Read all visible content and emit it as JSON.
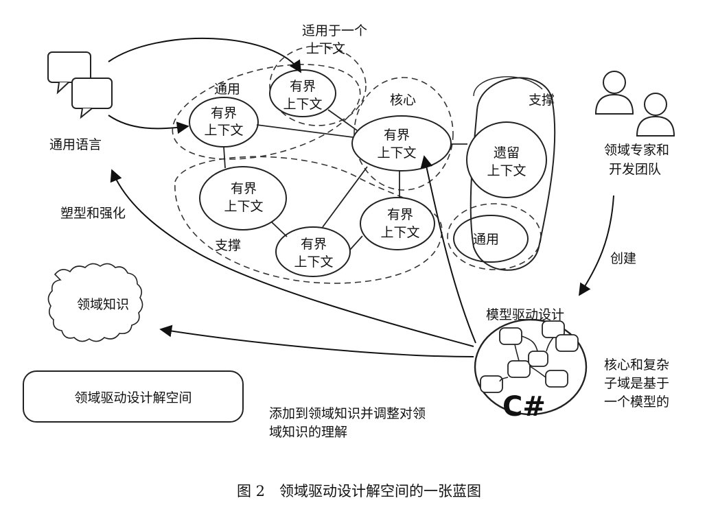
{
  "labels": {
    "ubiquitous_language": "通用语言",
    "applies_one_context": [
      "适用于一个",
      "上下文"
    ],
    "generic_top": "通用",
    "core": "核心",
    "support_top": "支撑",
    "support_bottom": "支撑",
    "legacy": [
      "遗留",
      "上下文"
    ],
    "generic_right": "通用",
    "bounded_context": [
      "有界",
      "上下文"
    ],
    "domain_experts": [
      "领域专家和",
      "开发团队"
    ],
    "create": "创建",
    "shape_strengthen": "塑型和强化",
    "domain_knowledge": "领域知识",
    "mdd": "模型驱动设计",
    "csharp": "C#",
    "core_model": [
      "核心和复杂",
      "子域是基于",
      "一个模型的"
    ],
    "add_knowledge": [
      "添加到领域知识并调整对领",
      "域知识的理解"
    ],
    "solution_space": "领域驱动设计解空间"
  },
  "caption": "图 2　领域驱动设计解空间的一张蓝图"
}
